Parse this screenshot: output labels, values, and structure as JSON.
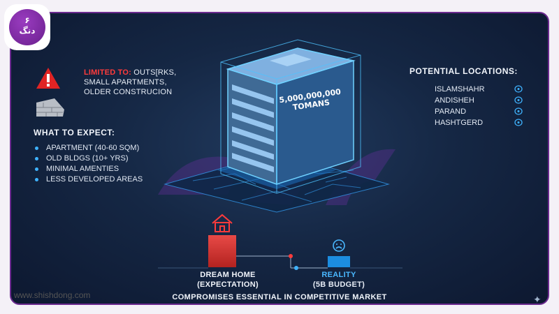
{
  "logo": {
    "numeral": "۶",
    "word": "دنگ"
  },
  "website": "www.shishdong.com",
  "limited": {
    "label": "LIMITED TO:",
    "line1": " OUTS[RKS,",
    "line2": "SMALL APARTMENTS,",
    "line3": "OLDER CONSTRUCION"
  },
  "expect": {
    "title": "WHAT TO EXPECT:",
    "items": [
      "APARTMENT (40-60 SQM)",
      "OLD BLDGS (10+ YRS)",
      "MINIMAL AMENTIES",
      "LESS DEVELOPED AREAS"
    ]
  },
  "price": {
    "amount": "5,000,000,000",
    "unit": "TOMANS"
  },
  "locations": {
    "title": "POTENTIAL LOCATIONS:",
    "items": [
      "ISLAMSHAHR",
      "ANDISHEH",
      "PARAND",
      "HASHTGERD"
    ]
  },
  "comparison": {
    "dream_line1": "DREAM HOME",
    "dream_line2": "(EXPECTATION)",
    "reality_line1": "REALITY",
    "reality_line2": "(5B BUDGET)"
  },
  "bottom_text": "COMPROMISES ESSENTIAL IN COMPETITIVE MARKET",
  "colors": {
    "accent_blue": "#3fb3ff",
    "alert_red": "#ff3b3b",
    "brand_purple": "#6b2a8f",
    "background": "#152744"
  },
  "icons": [
    "warning-icon",
    "broken-wall-icon",
    "location-pin-icon",
    "house-icon",
    "sad-face-icon",
    "sparkle-icon"
  ]
}
